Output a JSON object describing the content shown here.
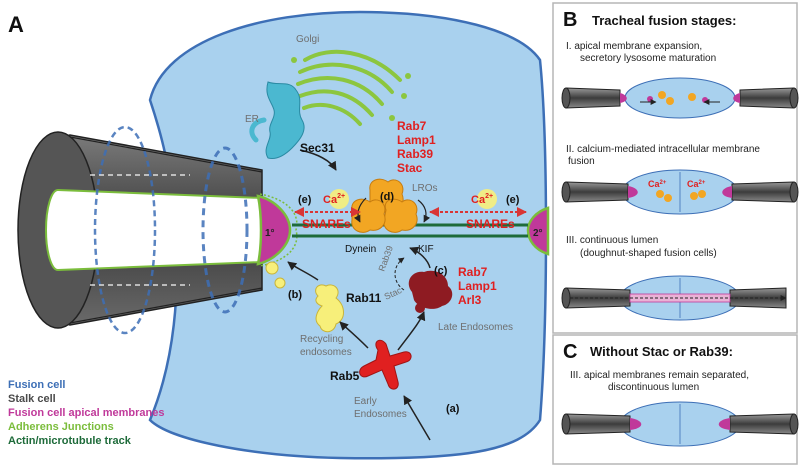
{
  "panel_a": {
    "letter": "A",
    "labels": {
      "golgi": "Golgi",
      "er": "ER",
      "sec31": "Sec31",
      "lro_group": [
        "Rab7",
        "Lamp1",
        "Rab39",
        "Stac"
      ],
      "lros": "LROs",
      "late_group": [
        "Rab7",
        "Lamp1",
        "Arl3"
      ],
      "late_endosomes": "Late Endosomes",
      "recycling": [
        "Recycling",
        "endosomes"
      ],
      "early": [
        "Early",
        "Endosomes"
      ],
      "rab11": "Rab11",
      "rab5": "Rab5",
      "rab39": "Rab39",
      "stac": "Stac",
      "dynein": "Dynein",
      "kif": "KIF",
      "ca": "Ca",
      "ca_sup": "2+",
      "snares": "SNAREs",
      "primary": "1°",
      "secondary": "2°",
      "tag_a": "(a)",
      "tag_b": "(b)",
      "tag_c": "(c)",
      "tag_d": "(d)",
      "tag_e": "(e)"
    },
    "legend": [
      {
        "text": "Fusion cell",
        "color": "#3d6fb6"
      },
      {
        "text": "Stalk cell",
        "color": "#4a4a4a"
      },
      {
        "text": "Fusion cell apical membranes",
        "color": "#c0399a"
      },
      {
        "text": "Adherens Junctions",
        "color": "#7bbd3c"
      },
      {
        "text": "Actin/microtubule track",
        "color": "#1e6b3a"
      }
    ]
  },
  "panel_b": {
    "letter": "B",
    "title": "Tracheal fusion stages:",
    "stages": [
      [
        "I. apical membrane expansion,",
        "secretory lysosome maturation"
      ],
      [
        "II. calcium-mediated intracellular membrane",
        "fusion"
      ],
      [
        "III. continuous lumen",
        "(doughnut-shaped fusion cells)"
      ]
    ]
  },
  "panel_c": {
    "letter": "C",
    "title": "Without Stac or Rab39:",
    "stage": [
      "III. apical membranes remain separated,",
      "discontinuous lumen"
    ]
  },
  "colors": {
    "cell_fill": "#a9d1ee",
    "cell_stroke": "#3d6fb6",
    "red_label": "#e02020",
    "orange": "#f2a623",
    "yellow": "#f7ef7a",
    "dark_red": "#8e1b22",
    "teal": "#4bb8d0",
    "golgi": "#8cc63f",
    "track": "#1e6b3a",
    "snare_arrow": "#d93535"
  }
}
